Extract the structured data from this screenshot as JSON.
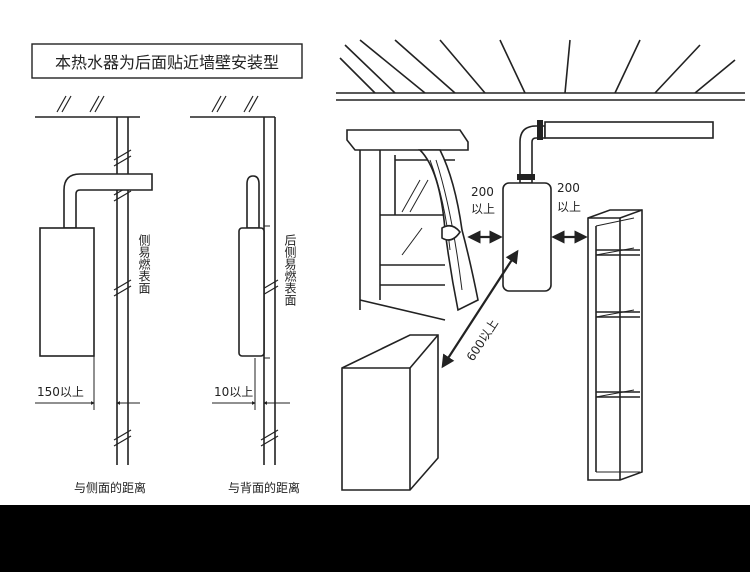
{
  "title_box": "本热水器为后面贴近墙壁安装型",
  "left_diagram": {
    "wall_label": "侧易燃表面",
    "distance_label": "150以上",
    "caption": "与侧面的距离"
  },
  "middle_diagram": {
    "wall_label": "后侧易燃表面",
    "distance_label": "10以上",
    "caption": "与背面的距离"
  },
  "room_diagram": {
    "left_distance_value": "200",
    "left_distance_suffix": "以上",
    "right_distance_value": "200",
    "right_distance_suffix": "以上",
    "front_distance": "600以上"
  },
  "colors": {
    "line": "#222222",
    "background": "#ffffff",
    "bottom_bar": "#000000"
  }
}
